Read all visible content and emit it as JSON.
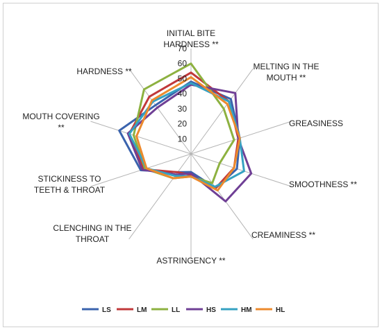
{
  "chart_data": {
    "type": "radar",
    "axes": [
      [
        "INITIAL BITE",
        "HARDNESS **"
      ],
      [
        "MELTING IN THE",
        "MOUTH **"
      ],
      [
        "GREASINESS"
      ],
      [
        "SMOOTHNESS **"
      ],
      [
        "CREAMINESS **"
      ],
      [
        "ASTRINGENCY **"
      ],
      [
        "CLENCHING IN THE",
        "THROAT"
      ],
      [
        "STICKINESS TO",
        "TEETH & THROAT"
      ],
      [
        "MOUTH COVERING",
        "**"
      ],
      [
        "HARDNESS **"
      ]
    ],
    "ticks": [
      "10",
      "20",
      "30",
      "40",
      "50",
      "60",
      "70"
    ],
    "rmax": 70,
    "grid": false,
    "legend_position": "bottom",
    "series": [
      {
        "name": "LS",
        "color": "#3a63ad",
        "values": [
          48,
          45,
          34,
          32,
          28,
          12,
          15,
          35,
          50,
          40
        ]
      },
      {
        "name": "LM",
        "color": "#c0383a",
        "values": [
          54,
          43,
          33,
          30,
          28,
          14,
          15,
          33,
          43,
          47
        ]
      },
      {
        "name": "LL",
        "color": "#8db140",
        "values": [
          60,
          37,
          30,
          20,
          24,
          15,
          20,
          32,
          40,
          53
        ]
      },
      {
        "name": "HS",
        "color": "#6f3f95",
        "values": [
          46,
          50,
          33,
          42,
          39,
          13,
          17,
          34,
          44,
          38
        ]
      },
      {
        "name": "HM",
        "color": "#35a1c2",
        "values": [
          47,
          43,
          34,
          37,
          27,
          15,
          18,
          31,
          43,
          43
        ]
      },
      {
        "name": "HL",
        "color": "#ec8a2d",
        "values": [
          51,
          41,
          34,
          30,
          30,
          15,
          20,
          31,
          38,
          44
        ]
      }
    ]
  }
}
